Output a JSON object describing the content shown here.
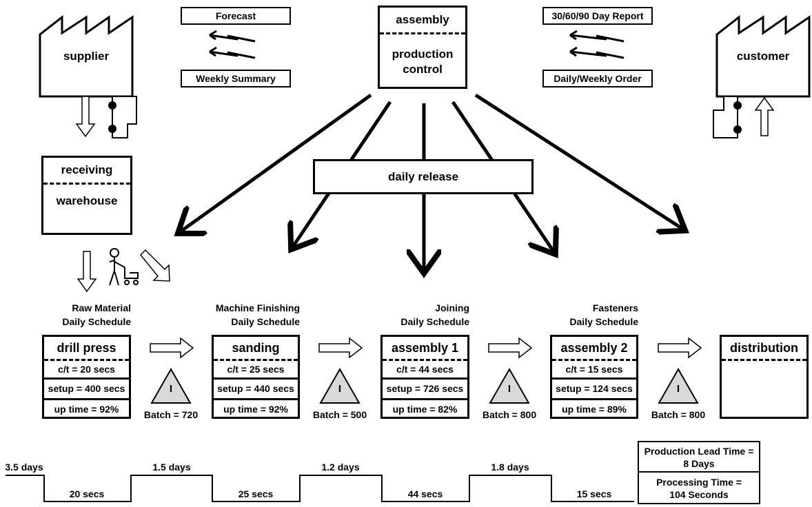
{
  "external": {
    "supplier_label": "supplier",
    "customer_label": "customer"
  },
  "info_flows": {
    "forecast": "Forecast",
    "weekly_summary": "Weekly Summary",
    "report_3060": "30/60/90 Day Report",
    "daily_weekly_order": "Daily/Weekly Order"
  },
  "control": {
    "top": "assembly",
    "bottom_line1": "production",
    "bottom_line2": "control"
  },
  "release_label": "daily release",
  "receiving": {
    "top": "receiving",
    "bottom": "warehouse"
  },
  "schedules": [
    {
      "line1": "Raw Material",
      "line2": "Daily Schedule"
    },
    {
      "line1": "Machine Finishing",
      "line2": "Daily Schedule"
    },
    {
      "line1": "Joining",
      "line2": "Daily Schedule"
    },
    {
      "line1": "Fasteners",
      "line2": "Daily Schedule"
    }
  ],
  "processes": [
    {
      "name": "drill press",
      "ct": "c/t = 20 secs",
      "setup": "setup = 400 secs",
      "uptime": "up time = 92%"
    },
    {
      "name": "sanding",
      "ct": "c/t = 25 secs",
      "setup": "setup = 440 secs",
      "uptime": "up time = 92%"
    },
    {
      "name": "assembly 1",
      "ct": "c/t = 44 secs",
      "setup": "setup = 726 secs",
      "uptime": "up time = 82%"
    },
    {
      "name": "assembly 2",
      "ct": "c/t = 15 secs",
      "setup": "setup = 124 secs",
      "uptime": "up time = 89%"
    }
  ],
  "distribution_label": "distribution",
  "inventory": [
    {
      "icon": "I",
      "batch": "Batch = 720"
    },
    {
      "icon": "I",
      "batch": "Batch = 500"
    },
    {
      "icon": "I",
      "batch": "Batch = 800"
    },
    {
      "icon": "I",
      "batch": "Batch = 800"
    }
  ],
  "timeline": {
    "days": [
      "3.5 days",
      "1.5 days",
      "1.2 days",
      "1.8 days"
    ],
    "secs": [
      "20 secs",
      "25 secs",
      "44 secs",
      "15 secs"
    ],
    "lead_time_line1": "Production Lead Time =",
    "lead_time_line2": "8 Days",
    "processing_line1": "Processing Time =",
    "processing_line2": "104 Seconds"
  }
}
